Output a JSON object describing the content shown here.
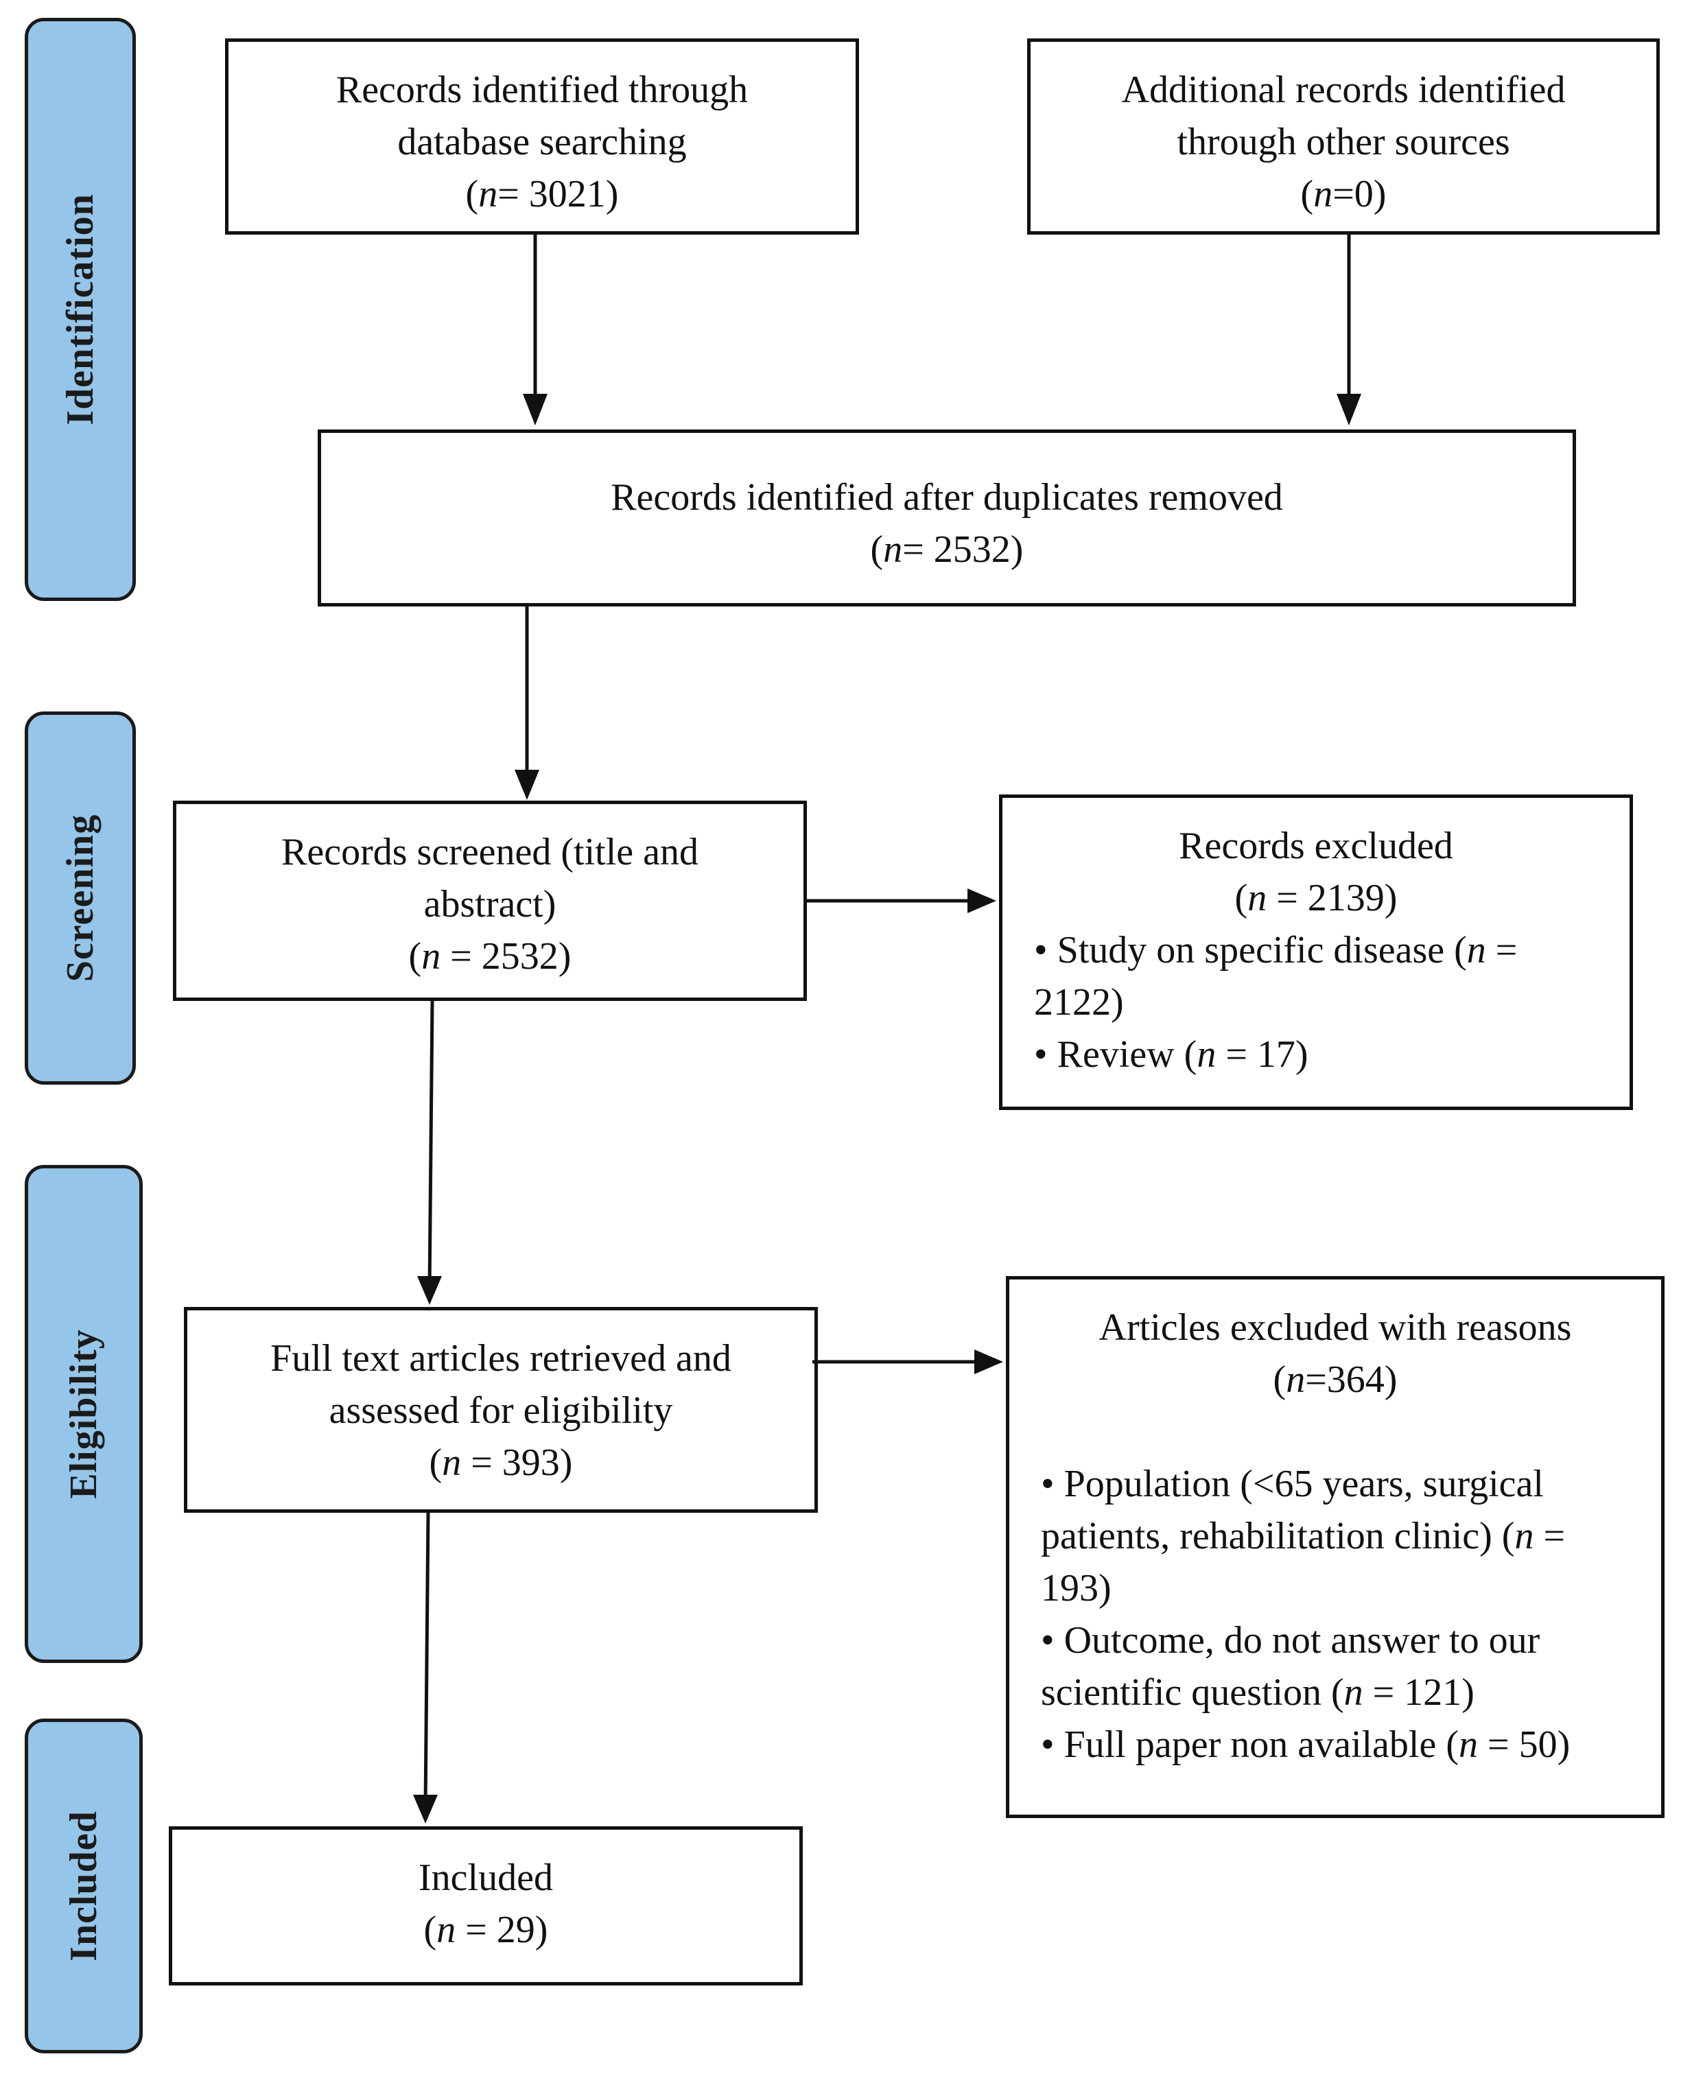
{
  "stages": {
    "identification": "Identification",
    "screening": "Screening",
    "eligibility": "Eligibility",
    "included": "Included"
  },
  "boxes": {
    "database": {
      "line1": "Records identified through",
      "line2": "database searching",
      "count": "n",
      "count_rest": "= 3021)"
    },
    "other_sources": {
      "line1": "Additional records identified",
      "line2": "through other sources",
      "count": "n",
      "count_rest": "=0)"
    },
    "deduplicated": {
      "line1": "Records identified after duplicates removed",
      "count": "n",
      "count_rest": "= 2532)"
    },
    "screened": {
      "line1": "Records screened (title and",
      "line2": "abstract)",
      "count": "n",
      "count_rest": " = 2532)"
    },
    "records_excluded": {
      "title": "Records excluded",
      "count": "n",
      "count_rest": " = 2139)",
      "bullet1_a": "• Study on specific disease (",
      "bullet1_n": "n",
      "bullet1_b": " =",
      "bullet1_c": "2122)",
      "bullet2_a": "• Review (",
      "bullet2_n": "n",
      "bullet2_b": " = 17)"
    },
    "full_text": {
      "line1": "Full text articles retrieved and",
      "line2": "assessed for eligibility",
      "count": "n",
      "count_rest": " = 393)"
    },
    "articles_excluded": {
      "title": "Articles excluded with reasons",
      "count": "n",
      "count_rest": "=364)",
      "bullet1_a": "• Population (<65 years, surgical",
      "bullet1_b": "patients, rehabilitation clinic) (",
      "bullet1_n": "n",
      "bullet1_c": " =",
      "bullet1_d": "193)",
      "bullet2_a": "• Outcome, do not answer to our",
      "bullet2_b": "scientific question (",
      "bullet2_n": "n",
      "bullet2_c": " = 121)",
      "bullet3_a": "• Full paper non available (",
      "bullet3_n": "n",
      "bullet3_b": " = 50)"
    },
    "included": {
      "line1": "Included",
      "count": "n",
      "count_rest": " = 29)"
    }
  }
}
